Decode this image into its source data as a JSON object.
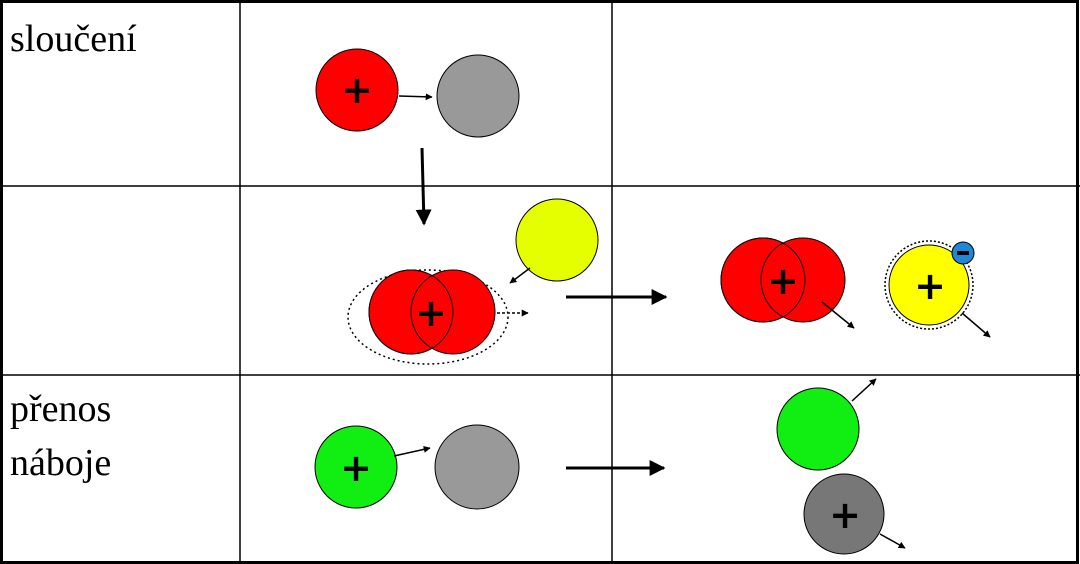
{
  "labels": {
    "row1": "sloučení",
    "row3_line1": "přenos",
    "row3_line2": "náboje"
  },
  "symbols": {
    "plus": "+",
    "minus": "−"
  },
  "colors": {
    "red": "#ff0000",
    "gray": "#999999",
    "dark_gray": "#777777",
    "yellow": "#e6ff00",
    "bright_yellow": "#ffff00",
    "green": "#11ee11",
    "blue": "#1e88d6",
    "grid": "#000000"
  },
  "icons": [
    "arrow-icon",
    "dotted-ellipse-icon",
    "particle-icon"
  ]
}
